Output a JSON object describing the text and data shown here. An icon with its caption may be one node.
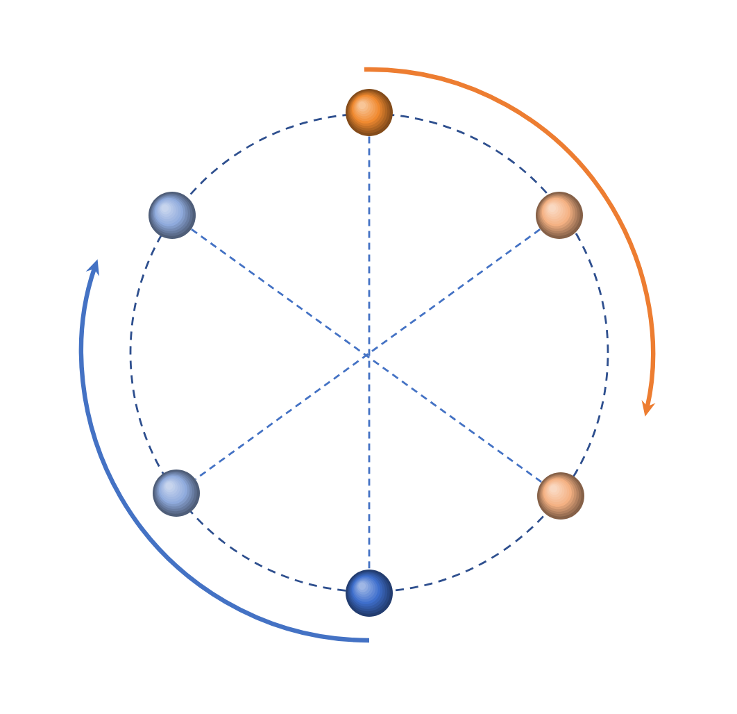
{
  "diagram": {
    "nodes": [
      {
        "text": [],
        "shape": "circle"
      },
      {
        "text": [],
        "shape": "circle"
      },
      {
        "text": [],
        "shape": "circle"
      },
      {
        "text": [],
        "shape": "circle"
      },
      {
        "text": [],
        "shape": "circle"
      },
      {
        "text": [],
        "shape": "circle"
      }
    ],
    "edges": [
      {
        "from": 0,
        "to": 5,
        "arrow": "none",
        "style": "dashed"
      },
      {
        "from": 1,
        "to": 4,
        "arrow": "none",
        "style": "dashed"
      },
      {
        "from": 2,
        "to": 3,
        "arrow": "none",
        "style": "dashed"
      }
    ]
  }
}
